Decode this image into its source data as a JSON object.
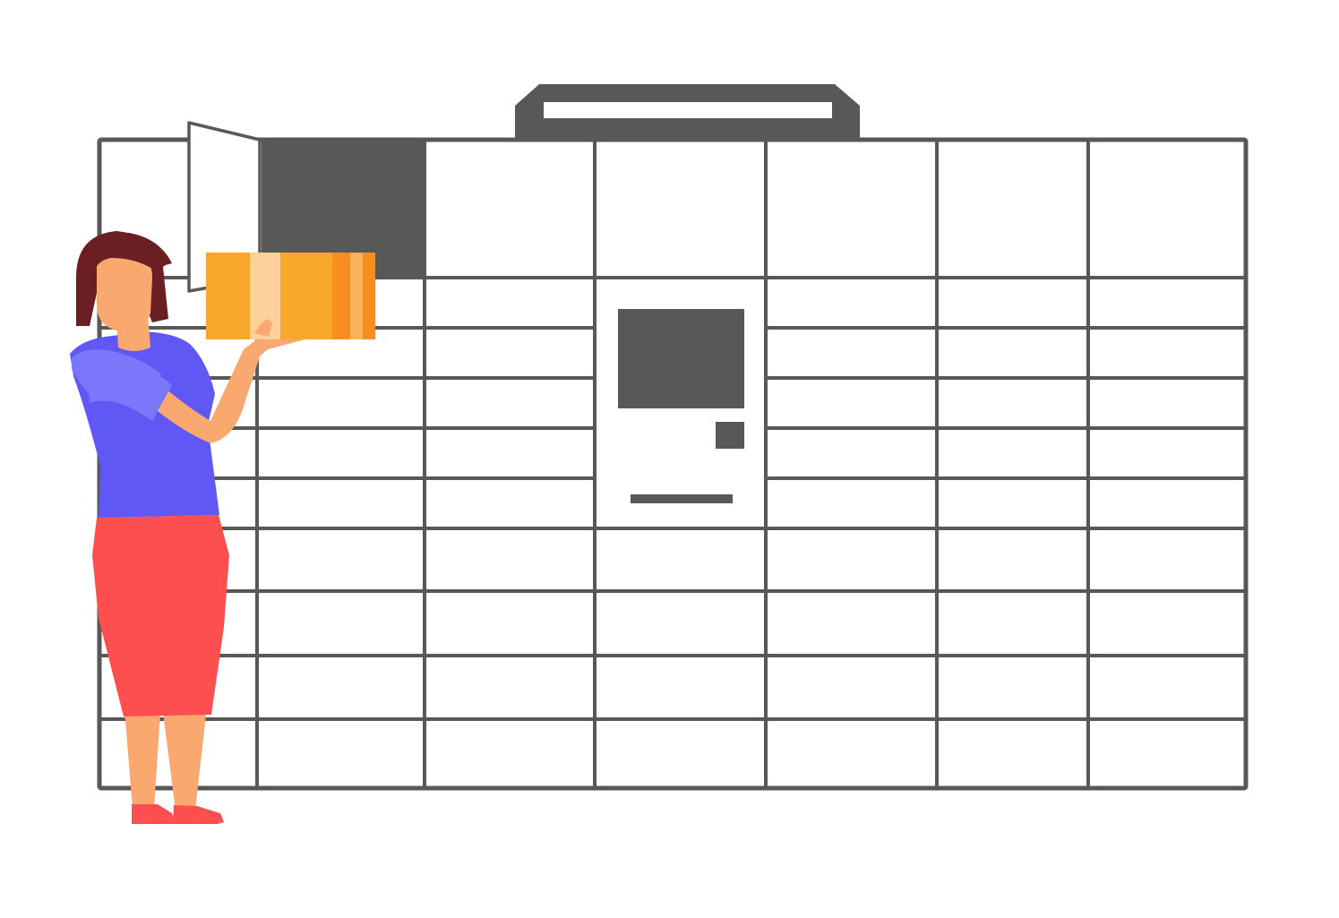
{
  "illustration": {
    "subject": "parcel locker",
    "locker": {
      "open_compartment_count": 1,
      "has_control_panel": true
    },
    "person": {
      "holding": "package"
    }
  },
  "colors": {
    "background": "#ffffff",
    "locker_frame": "#585857",
    "locker_door": "#ffffff",
    "open_compartment": "#585857",
    "package_main": "#f9a72b",
    "package_light": "#fdd199",
    "package_dark": "#f68e22",
    "hair": "#6b1f22",
    "skin": "#f9a870",
    "shirt": "#6058f5",
    "shirt_highlight": "#7b77fb",
    "skirt": "#fd4f50",
    "shoes": "#fd4f50"
  }
}
